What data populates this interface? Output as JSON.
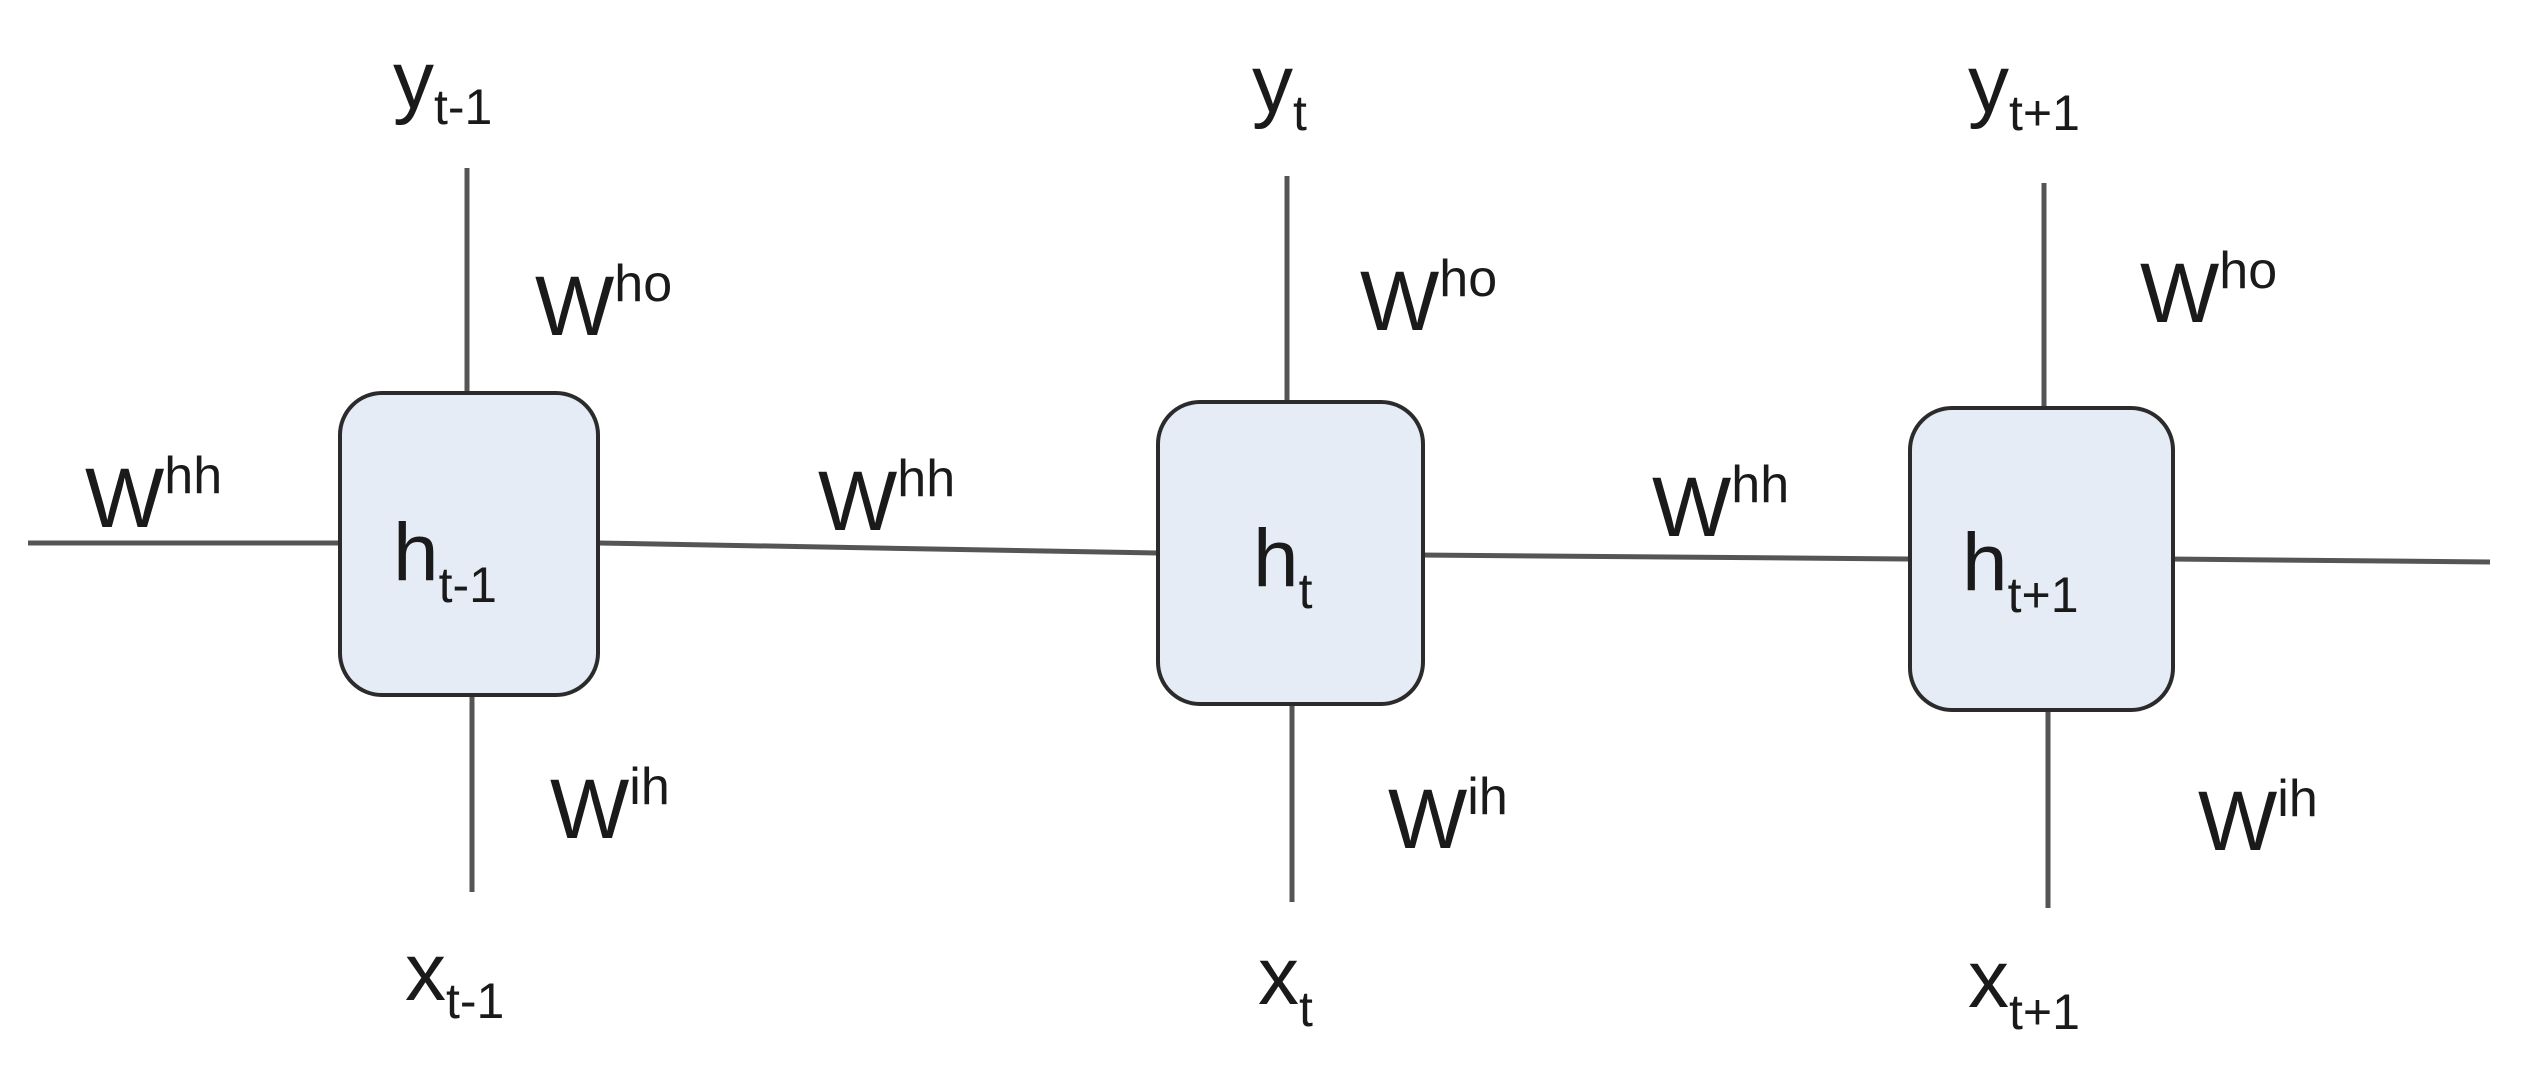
{
  "nodes": [
    {
      "hidden": {
        "base": "h",
        "sub": "t-1"
      },
      "output": {
        "base": "y",
        "sub": "t-1"
      },
      "input": {
        "base": "x",
        "sub": "t-1"
      },
      "w_out": {
        "base": "W",
        "sup": "ho"
      },
      "w_in": {
        "base": "W",
        "sup": "ih"
      }
    },
    {
      "hidden": {
        "base": "h",
        "sub": "t"
      },
      "output": {
        "base": "y",
        "sub": "t"
      },
      "input": {
        "base": "x",
        "sub": "t"
      },
      "w_out": {
        "base": "W",
        "sup": "ho"
      },
      "w_in": {
        "base": "W",
        "sup": "ih"
      }
    },
    {
      "hidden": {
        "base": "h",
        "sub": "t+1"
      },
      "output": {
        "base": "y",
        "sub": "t+1"
      },
      "input": {
        "base": "x",
        "sub": "t+1"
      },
      "w_out": {
        "base": "W",
        "sup": "ho"
      },
      "w_in": {
        "base": "W",
        "sup": "ih"
      }
    }
  ],
  "recurrent_weights": [
    {
      "base": "W",
      "sup": "hh"
    },
    {
      "base": "W",
      "sup": "hh"
    },
    {
      "base": "W",
      "sup": "hh"
    }
  ],
  "colors": {
    "node_fill": "#e6ecf6",
    "node_stroke": "#2b2b2b",
    "line": "#555555",
    "text": "#1a1a1a"
  }
}
